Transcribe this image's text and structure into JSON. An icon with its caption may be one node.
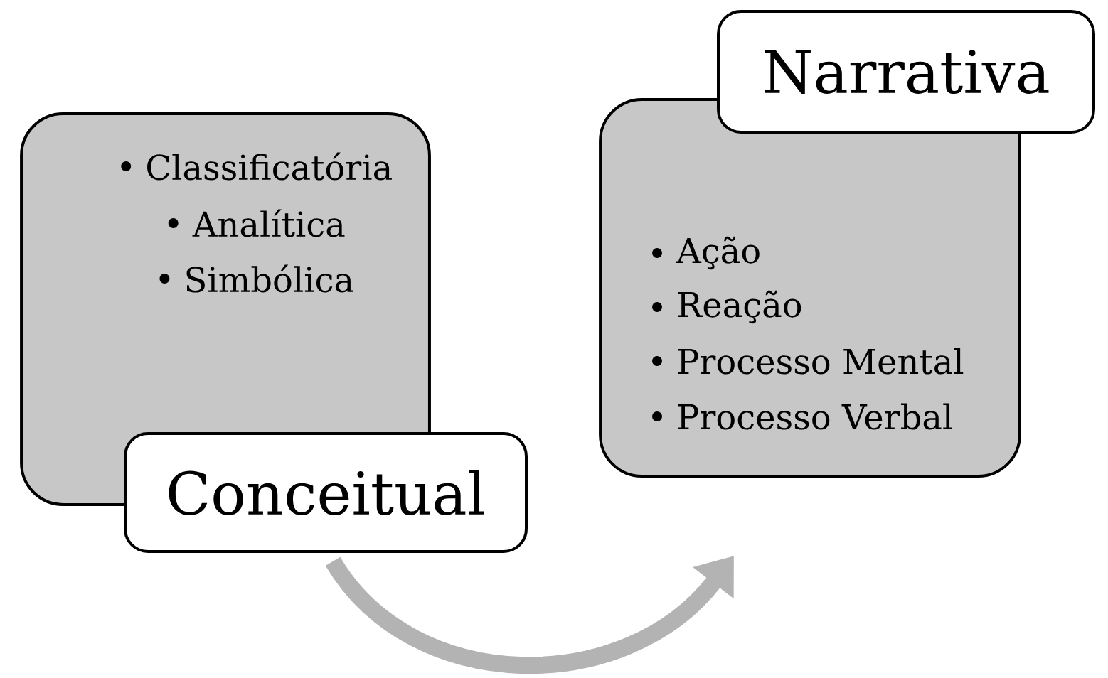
{
  "diagram": {
    "nodes": [
      {
        "text": [
          "Classificatória",
          "Analítica",
          "Simbólica"
        ]
      },
      {
        "text": [
          "Conceitual"
        ]
      },
      {
        "text": [
          "Ação",
          "Reação",
          "Processo Mental",
          "Processo Verbal"
        ]
      },
      {
        "text": [
          "Narrativa"
        ]
      }
    ],
    "edges": [
      {
        "from": 1,
        "to": 2,
        "arrow": "to",
        "color": "#b3b3b3"
      }
    ]
  }
}
